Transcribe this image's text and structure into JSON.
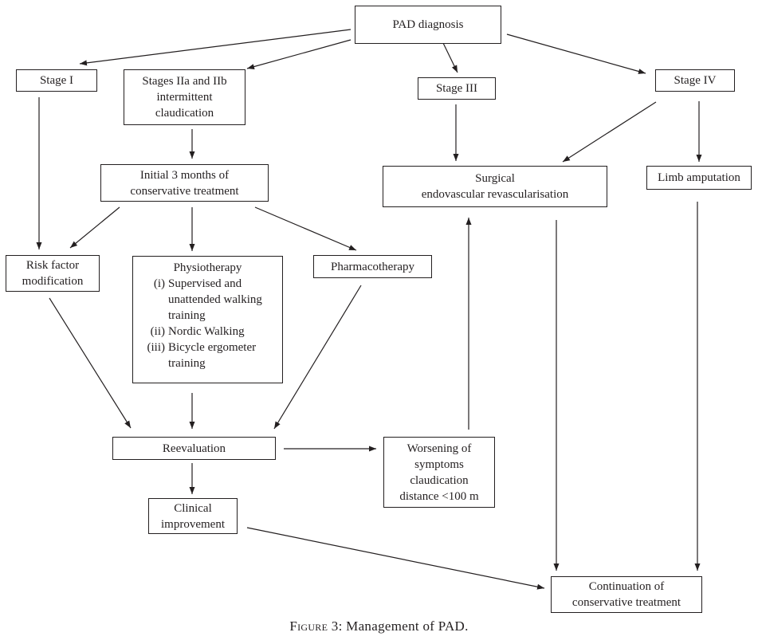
{
  "nodes": {
    "pad_diagnosis": [
      "PAD diagnosis"
    ],
    "stage_1": [
      "Stage I"
    ],
    "stage_2": [
      "Stages IIa and IIb",
      "intermittent",
      "claudication"
    ],
    "stage_3": [
      "Stage III"
    ],
    "stage_4": [
      "Stage IV"
    ],
    "initial_treatment": [
      "Initial 3 months of",
      "conservative treatment"
    ],
    "surgical": [
      "Surgical",
      "endovascular revascularisation"
    ],
    "limb_amputation": [
      "Limb amputation"
    ],
    "risk_factor": [
      "Risk factor",
      "modification"
    ],
    "pharmacotherapy": [
      "Pharmacotherapy"
    ],
    "reevaluation": [
      "Reevaluation"
    ],
    "worsening": [
      "Worsening of",
      "symptoms",
      "claudication",
      "distance <100 m"
    ],
    "clinical_improvement": [
      "Clinical",
      "improvement"
    ],
    "continuation": [
      "Continuation of",
      "conservative treatment"
    ]
  },
  "physiotherapy": {
    "title": "Physiotherapy",
    "items": [
      {
        "num": "(i)",
        "lines": [
          "Supervised and",
          "unattended walking",
          "training"
        ]
      },
      {
        "num": "(ii)",
        "lines": [
          "Nordic Walking"
        ]
      },
      {
        "num": "(iii)",
        "lines": [
          "Bicycle ergometer",
          "training"
        ]
      }
    ]
  },
  "caption": {
    "label": "Figure 3",
    "text": ": Management of PAD."
  }
}
